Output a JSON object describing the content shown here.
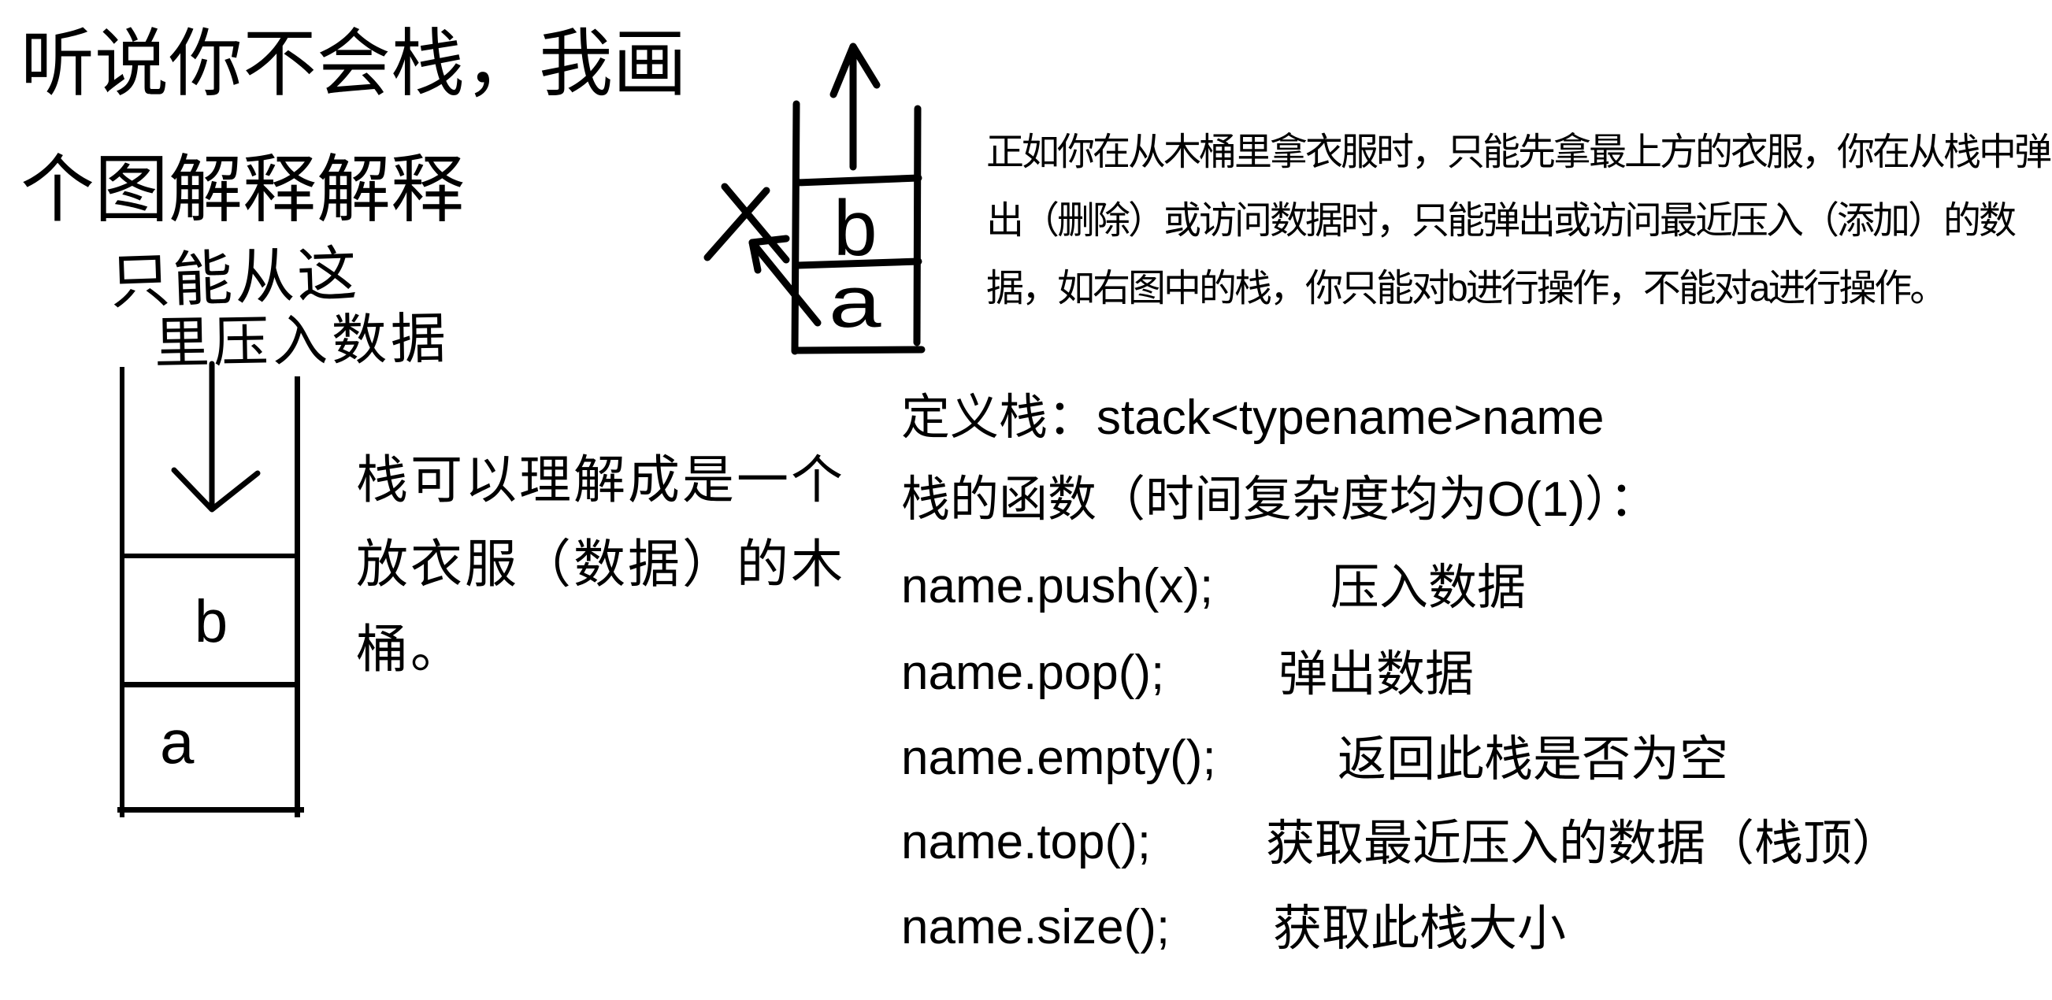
{
  "title": {
    "line1": "听说你不会栈，我画",
    "line2": "个图解释解释"
  },
  "handwritten_note": {
    "line1": "只能从这",
    "line2": "里压入数据"
  },
  "left_stack_diagram": {
    "cells": [
      {
        "label": "b"
      },
      {
        "label": "a"
      }
    ]
  },
  "right_stack_diagram": {
    "cells": [
      {
        "label": "b"
      },
      {
        "label": "a"
      }
    ]
  },
  "bucket_caption": {
    "line1": "栈可以理解成是一个",
    "line2": "放衣服（数据）的木",
    "line3": "桶。"
  },
  "explanation_paragraph": {
    "line1": "正如你在从木桶里拿衣服时，只能先拿最上方的衣服，你在从栈中弹",
    "line2": "出（删除）或访问数据时，只能弹出或访问最近压入（添加）的数",
    "line3": "据，如右图中的栈，你只能对b进行操作，不能对a进行操作。"
  },
  "definition_line": "定义栈：stack<typename>name",
  "functions_heading": "栈的函数（时间复杂度均为O(1)）：",
  "functions": [
    {
      "code": "name.push(x);",
      "desc": "压入数据"
    },
    {
      "code": "name.pop();",
      "desc": "弹出数据"
    },
    {
      "code": "name.empty();",
      "desc": "返回此栈是否为空"
    },
    {
      "code": "name.top();",
      "desc": "获取最近压入的数据（栈顶）"
    },
    {
      "code": "name.size();",
      "desc": "获取此栈大小"
    }
  ],
  "colors": {
    "ink": "#000000",
    "background": "#ffffff"
  }
}
